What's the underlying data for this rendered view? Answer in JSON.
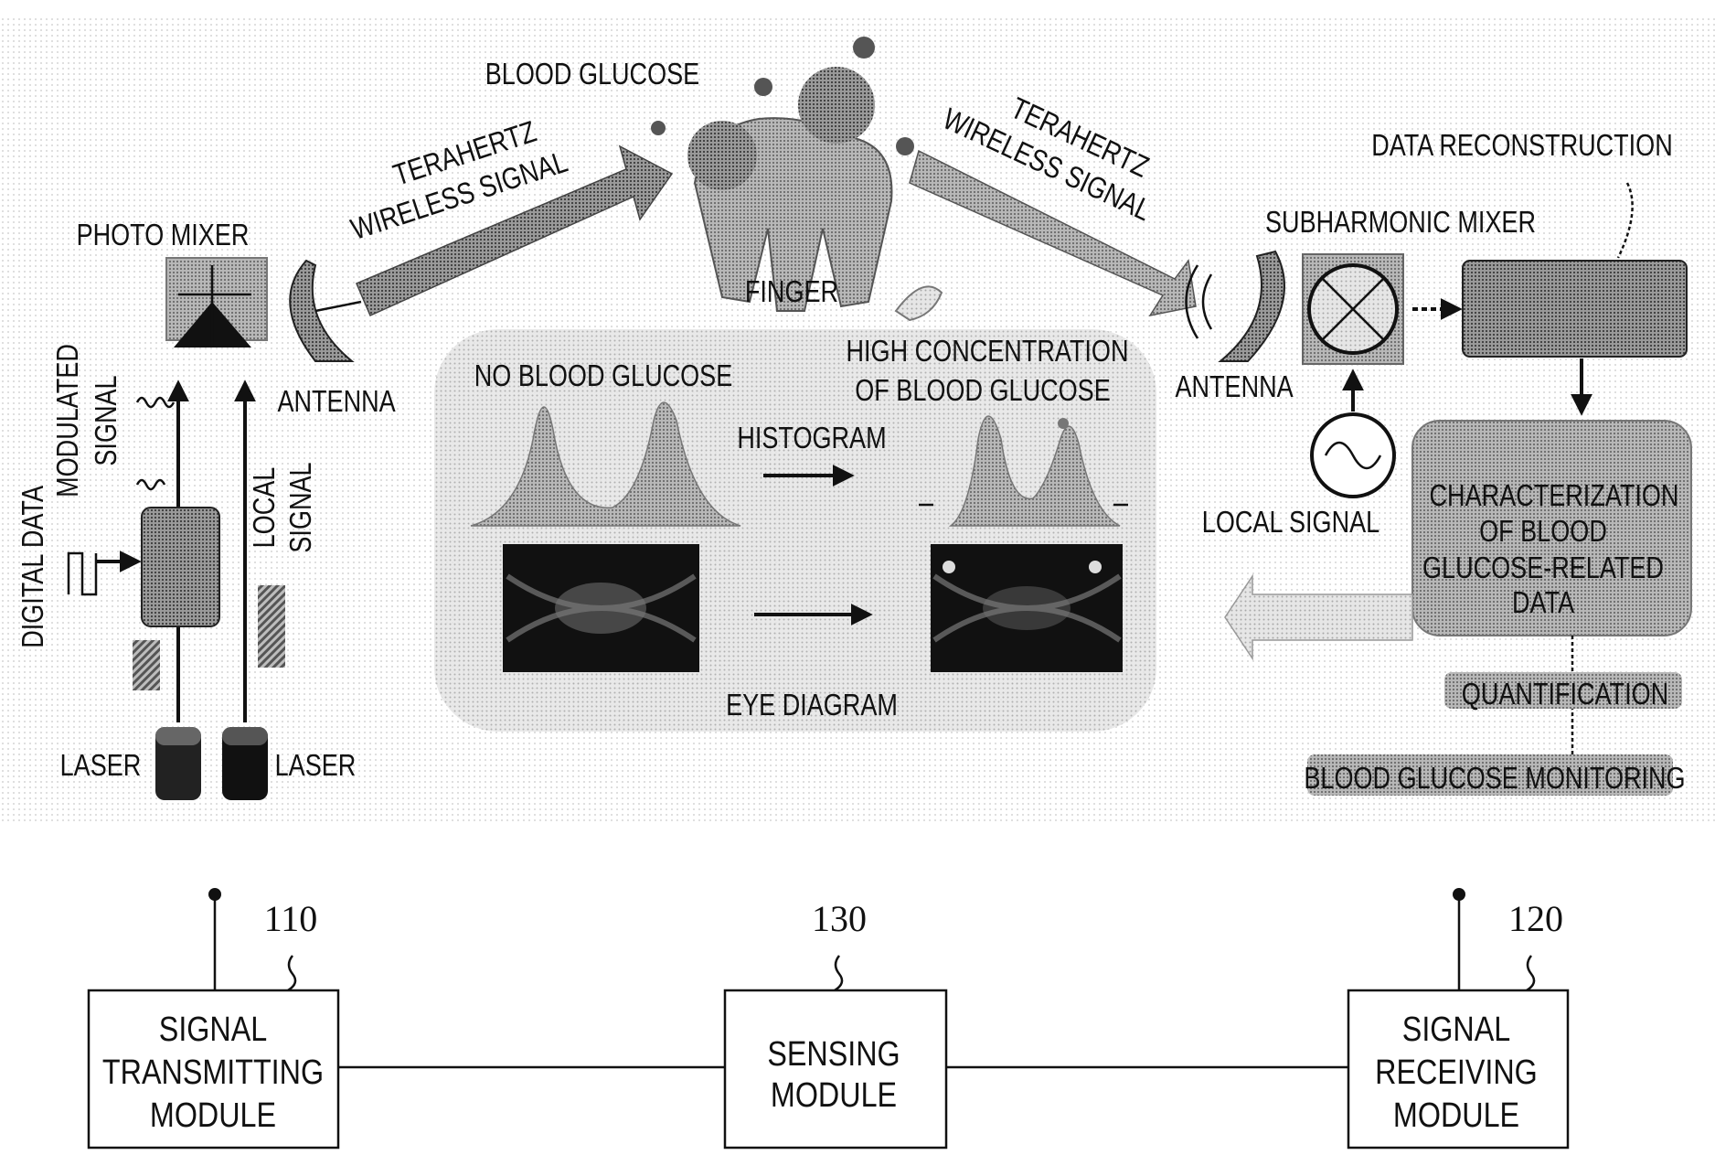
{
  "diagram": {
    "labels": {
      "photo_mixer": "PHOTO MIXER",
      "antenna_left": "ANTENNA",
      "terahertz_left_1": "TERAHERTZ",
      "terahertz_left_2": "WIRELESS SIGNAL",
      "blood_glucose": "BLOOD GLUCOSE",
      "finger": "FINGER",
      "terahertz_right_1": "TERAHERTZ",
      "terahertz_right_2": "WIRELESS SIGNAL",
      "data_reconstruction": "DATA RECONSTRUCTION",
      "subharmonic_mixer": "SUBHARMONIC MIXER",
      "antenna_right": "ANTENNA",
      "local_signal_right": "LOCAL SIGNAL",
      "modulated_signal_1": "MODULATED",
      "modulated_signal_2": "SIGNAL",
      "digital_data": "DIGITAL DATA",
      "local_signal_left_1": "LOCAL",
      "local_signal_left_2": "SIGNAL",
      "laser_left": "LASER",
      "laser_right": "LASER",
      "no_blood_glucose": "NO BLOOD GLUCOSE",
      "high_concentration_1": "HIGH CONCENTRATION",
      "high_concentration_2": "OF BLOOD GLUCOSE",
      "histogram": "HISTOGRAM",
      "eye_diagram": "EYE DIAGRAM",
      "characterization_1": "CHARACTERIZATION",
      "characterization_2": "OF BLOOD",
      "characterization_3": "GLUCOSE-RELATED",
      "characterization_4": "DATA",
      "quantification": "QUANTIFICATION",
      "blood_glucose_monitoring": "BLOOD GLUCOSE MONITORING"
    },
    "modules": [
      {
        "ref": "110",
        "line1": "SIGNAL",
        "line2": "TRANSMITTING",
        "line3": "MODULE"
      },
      {
        "ref": "130",
        "line1": "SENSING",
        "line2": "MODULE"
      },
      {
        "ref": "120",
        "line1": "SIGNAL",
        "line2": "RECEIVING",
        "line3": "MODULE"
      }
    ]
  }
}
